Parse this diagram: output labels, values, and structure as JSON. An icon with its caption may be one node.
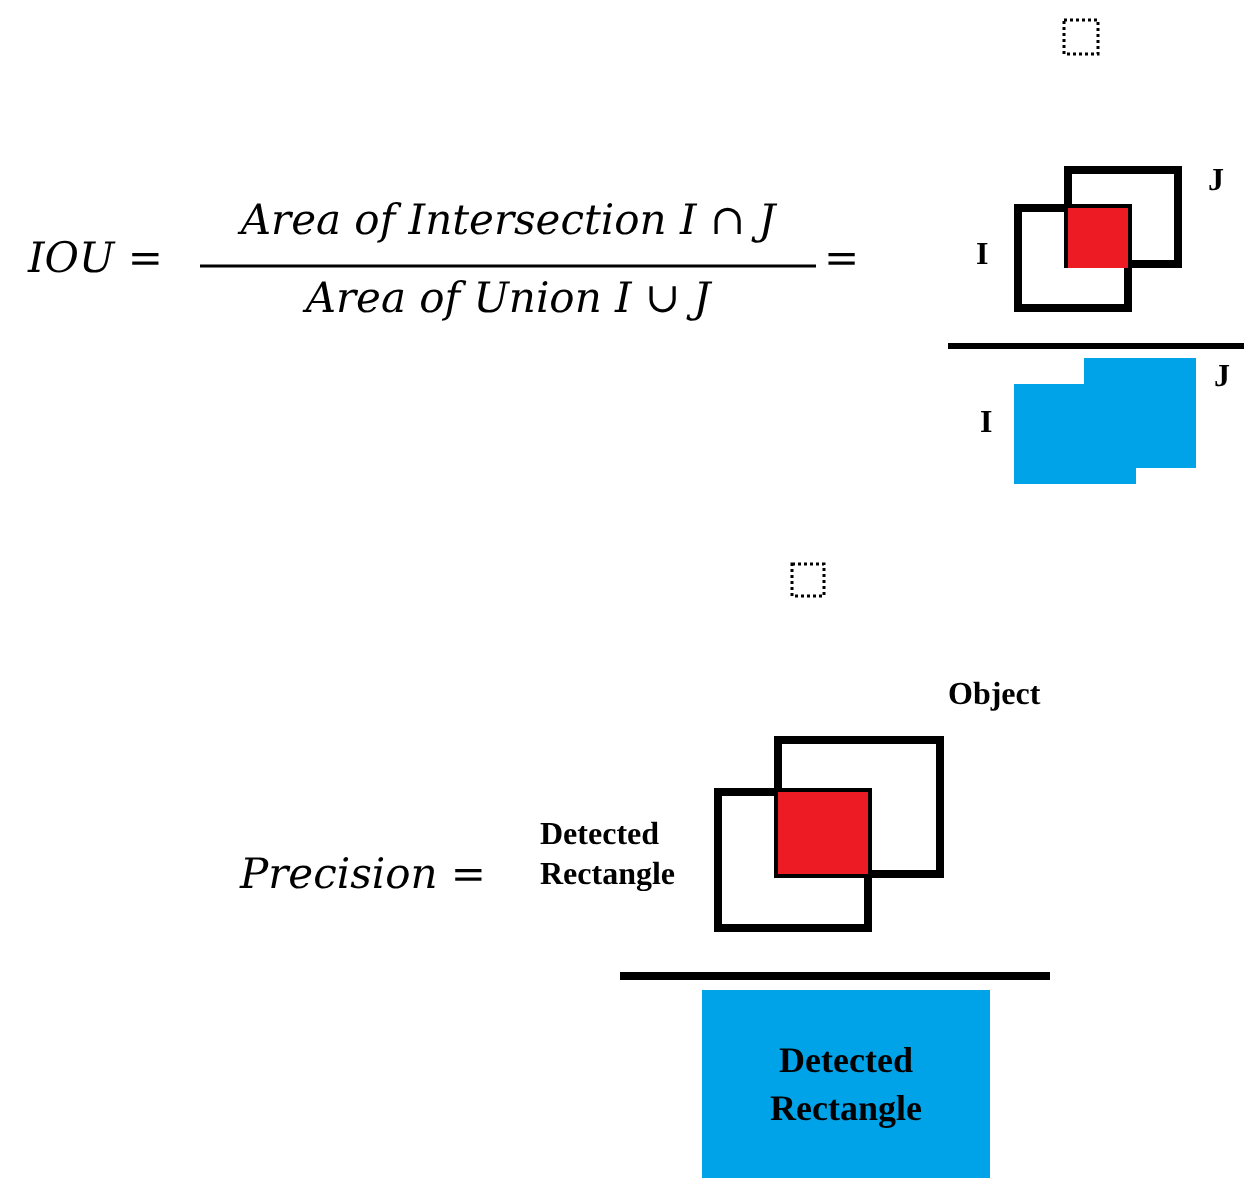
{
  "diagram": {
    "nodes": [
      {
        "text": [
          "Detected Rectangle"
        ]
      }
    ],
    "labels": [
      "IOU =",
      "Area of Intersection I ∩ J",
      "Area of Union I ∪ J",
      "=",
      "J",
      "I",
      "J",
      "I",
      "Object",
      "Precision =",
      "Detected Rectangle"
    ]
  }
}
